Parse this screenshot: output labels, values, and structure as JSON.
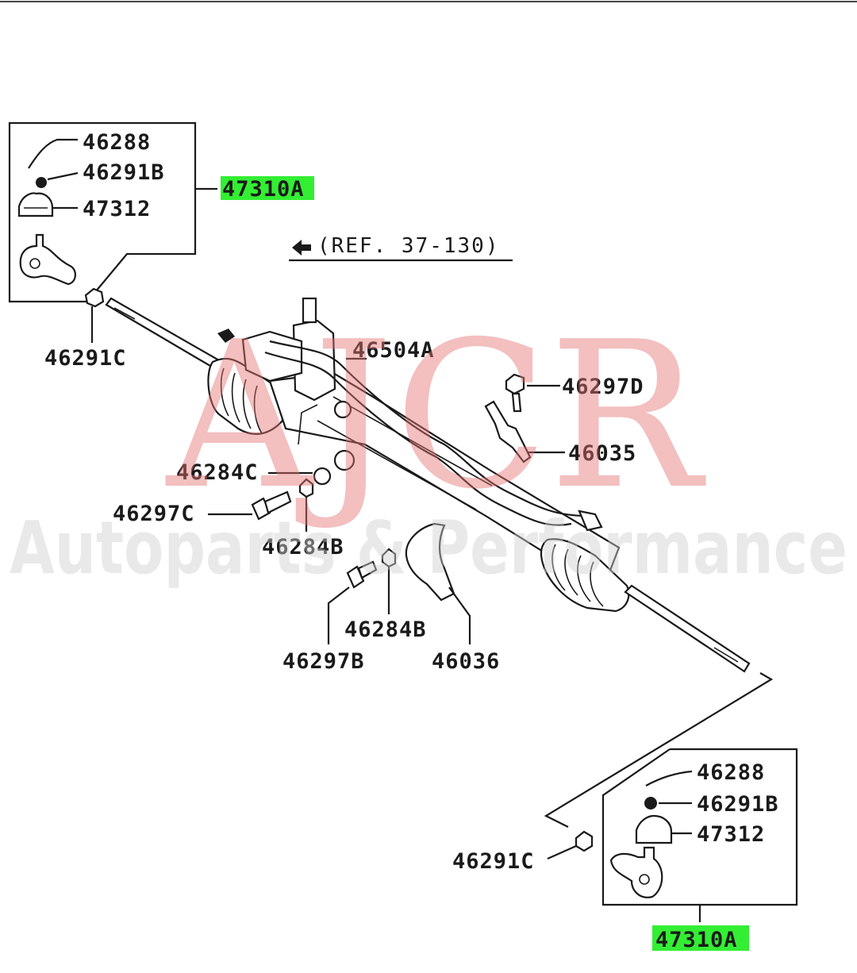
{
  "diagram": {
    "reference": "(REF. 37-130)",
    "watermark": {
      "brand": "AJCR",
      "tagline": "Autoparts & Performance"
    },
    "labels": {
      "p46288_top": "46288",
      "p46291b_top": "46291B",
      "p47312_top": "47312",
      "p47310a_top": "47310A",
      "p46291c_left": "46291C",
      "p46504a": "46504A",
      "p46297d": "46297D",
      "p46035": "46035",
      "p46284c": "46284C",
      "p46297c": "46297C",
      "p46284b_upper": "46284B",
      "p46284b_lower": "46284B",
      "p46297b": "46297B",
      "p46036": "46036",
      "p46288_bottom": "46288",
      "p46291b_bottom": "46291B",
      "p47312_bottom": "47312",
      "p46291c_right": "46291C",
      "p47310a_bottom": "47310A"
    },
    "highlight_color": "#33ee33"
  }
}
